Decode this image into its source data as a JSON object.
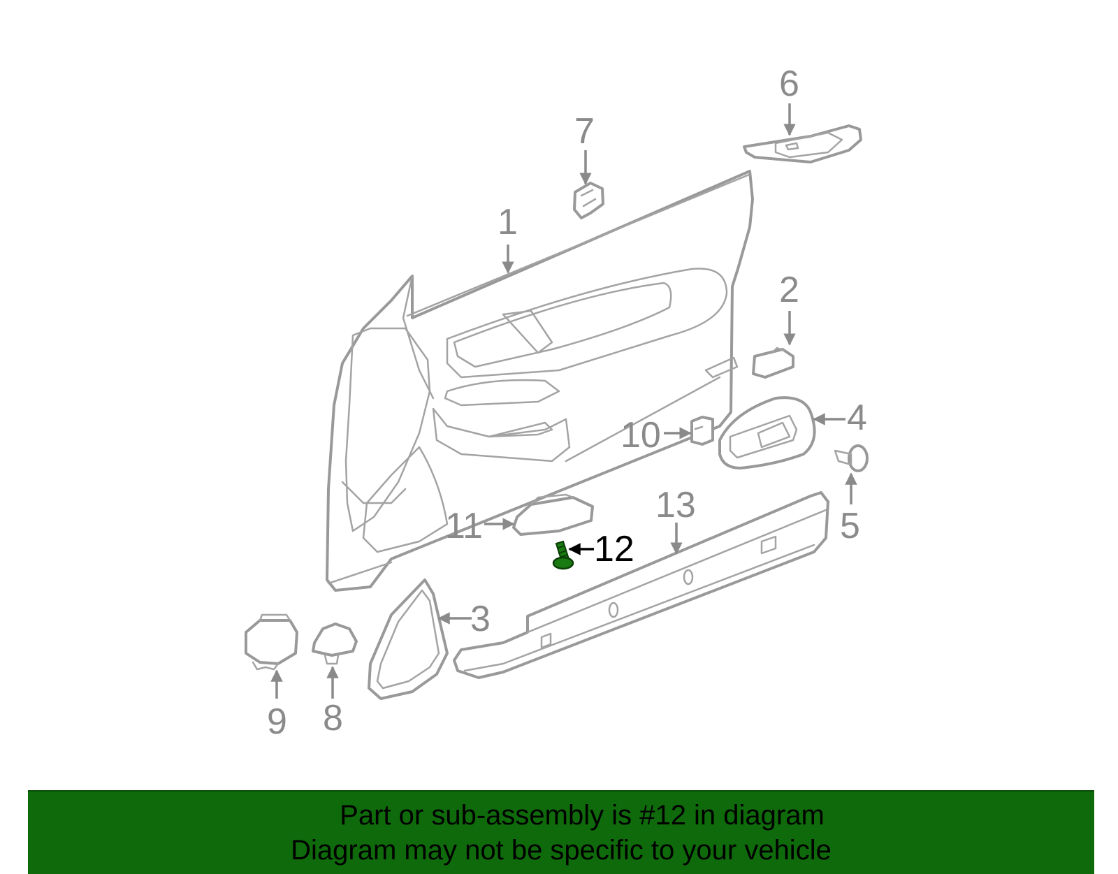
{
  "diagram": {
    "callouts": [
      "1",
      "2",
      "3",
      "4",
      "5",
      "6",
      "7",
      "8",
      "9",
      "10",
      "11",
      "12",
      "13"
    ],
    "highlighted_callout": "12",
    "colors": {
      "highlight": "#1a7a12",
      "line_art": "#999999",
      "banner": "#0f6a0b"
    }
  },
  "banner": {
    "line1": "Part or sub-assembly is #12 in diagram",
    "line2": "Diagram may not be specific to your vehicle"
  }
}
